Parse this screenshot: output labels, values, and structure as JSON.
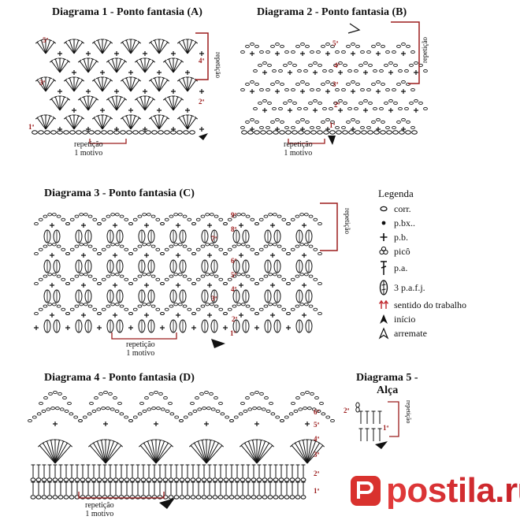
{
  "diagrams": [
    {
      "title": "Diagrama 1 - Ponto fantasia (A)",
      "rows": [
        "5ª",
        "4ª",
        "3ª",
        "2ª",
        "1ª"
      ],
      "repeat_side": "repetição",
      "repeat_bottom": [
        "repetição",
        "1 motivo"
      ]
    },
    {
      "title": "Diagrama 2 - Ponto fantasia (B)",
      "rows": [
        "5ª",
        "4ª",
        "3ª",
        "2ª",
        "1ª"
      ],
      "repeat_side": "repetição",
      "repeat_bottom": [
        "repetição",
        "1 motivo"
      ]
    },
    {
      "title": "Diagrama 3 - Ponto fantasia (C)",
      "rows": [
        "9ª",
        "8ª",
        "7ª",
        "6ª",
        "5ª",
        "4ª",
        "3ª",
        "2ª",
        "1ª"
      ],
      "repeat_side": "repetição",
      "repeat_bottom": [
        "repetição",
        "1 motivo"
      ]
    },
    {
      "title": "Diagrama 4 - Ponto fantasia (D)",
      "rows": [
        "6ª",
        "5ª",
        "4ª",
        "3ª",
        "2ª",
        "1ª"
      ],
      "repeat_bottom": [
        "repetição",
        "1 motivo"
      ]
    },
    {
      "title_lines": [
        "Diagrama 5 -",
        "Alça"
      ],
      "rows": [
        "2ª",
        "1ª"
      ],
      "repeat_side": "repetição"
    }
  ],
  "legend": {
    "title": "Legenda",
    "items": [
      {
        "icon": "oval-chain-icon",
        "label": "corr."
      },
      {
        "icon": "dot-icon",
        "label": "p.bx.."
      },
      {
        "icon": "plus-icon",
        "label": "p.b."
      },
      {
        "icon": "picot-icon",
        "label": "picô"
      },
      {
        "icon": "tall-stitch-icon",
        "label": "p.a."
      },
      {
        "icon": "cluster-icon",
        "label": "3 p.a.f.j."
      },
      {
        "icon": "red-arrows-icon",
        "label": "sentido do trabalho"
      },
      {
        "icon": "filled-arrowhead-icon",
        "label": "início"
      },
      {
        "icon": "outline-arrowhead-icon",
        "label": "arremate"
      }
    ]
  },
  "watermark": {
    "text": "postila.ru"
  },
  "colors": {
    "ink": "#111111",
    "accent": "#9b1c1c",
    "logo_red": "#d9322e"
  }
}
